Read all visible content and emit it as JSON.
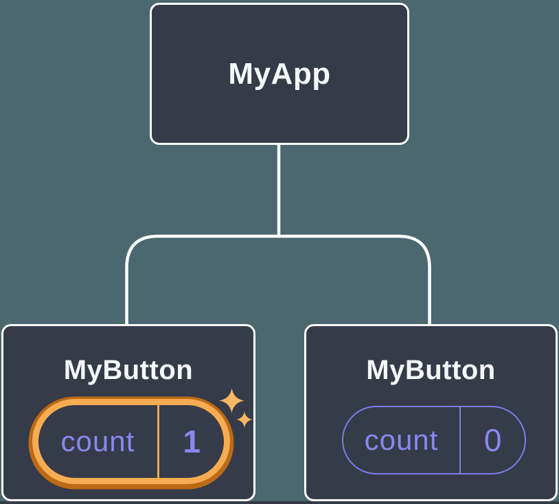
{
  "diagram": {
    "title": "react-component-tree",
    "root": {
      "label": "MyApp"
    },
    "children": [
      {
        "label": "MyButton",
        "state_name": "count",
        "state_value": "1",
        "highlighted": true
      },
      {
        "label": "MyButton",
        "state_name": "count",
        "state_value": "0",
        "highlighted": false
      }
    ]
  },
  "icons": {
    "sparkles": "sparkles-icon"
  },
  "colors": {
    "background": "#4B6770",
    "node_fill": "#353B49",
    "node_border": "#FFFFFF",
    "connector": "#FFFFFF",
    "state_text_purple": "#8789EE",
    "pill_border_purple": "#7D7FEA",
    "highlight_ring_outer": "#BE6A14",
    "highlight_ring_inner": "#F7AC52",
    "highlight_divider": "#F2A74E",
    "sparkle": "#F9B762",
    "page_edge": "#343A46"
  }
}
